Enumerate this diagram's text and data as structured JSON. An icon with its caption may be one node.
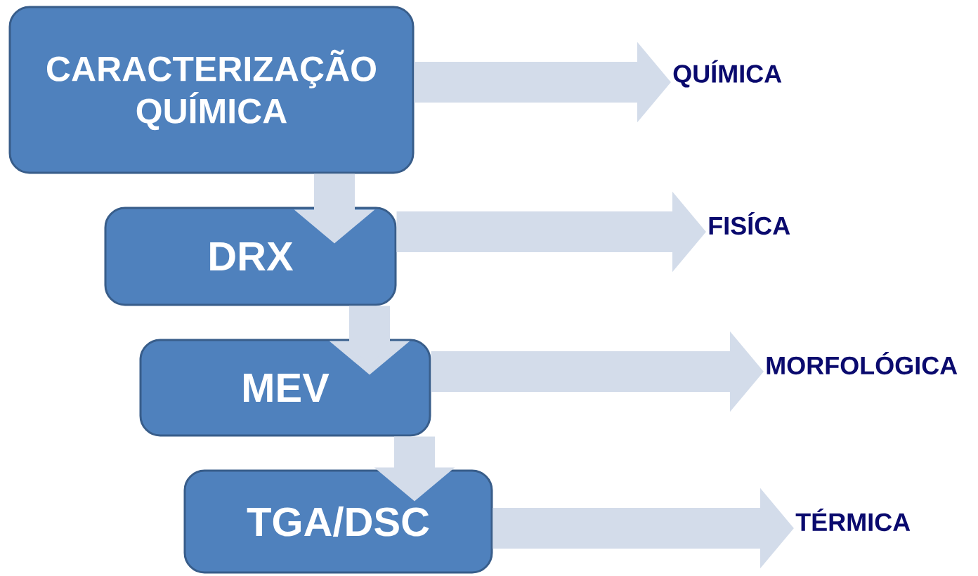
{
  "diagram": {
    "nodes": [
      {
        "text": [
          "CARACTERIZAÇÃO QUÍMICA"
        ]
      },
      {
        "text": [
          "DRX"
        ]
      },
      {
        "text": [
          "MEV"
        ]
      },
      {
        "text": [
          "TGA/DSC"
        ]
      },
      {
        "text": [
          "QUÍMICA"
        ]
      },
      {
        "text": [
          "FISÍCA"
        ]
      },
      {
        "text": [
          "MORFOLÓGICA"
        ]
      },
      {
        "text": [
          "TÉRMICA"
        ]
      }
    ],
    "edges": [
      {
        "from": 0,
        "to": 1,
        "arrow": "to"
      },
      {
        "from": 1,
        "to": 2,
        "arrow": "to"
      },
      {
        "from": 2,
        "to": 3,
        "arrow": "to"
      },
      {
        "from": 0,
        "to": 4,
        "arrow": "to"
      },
      {
        "from": 1,
        "to": 5,
        "arrow": "to"
      },
      {
        "from": 2,
        "to": 6,
        "arrow": "to"
      },
      {
        "from": 3,
        "to": 7,
        "arrow": "to"
      }
    ]
  }
}
